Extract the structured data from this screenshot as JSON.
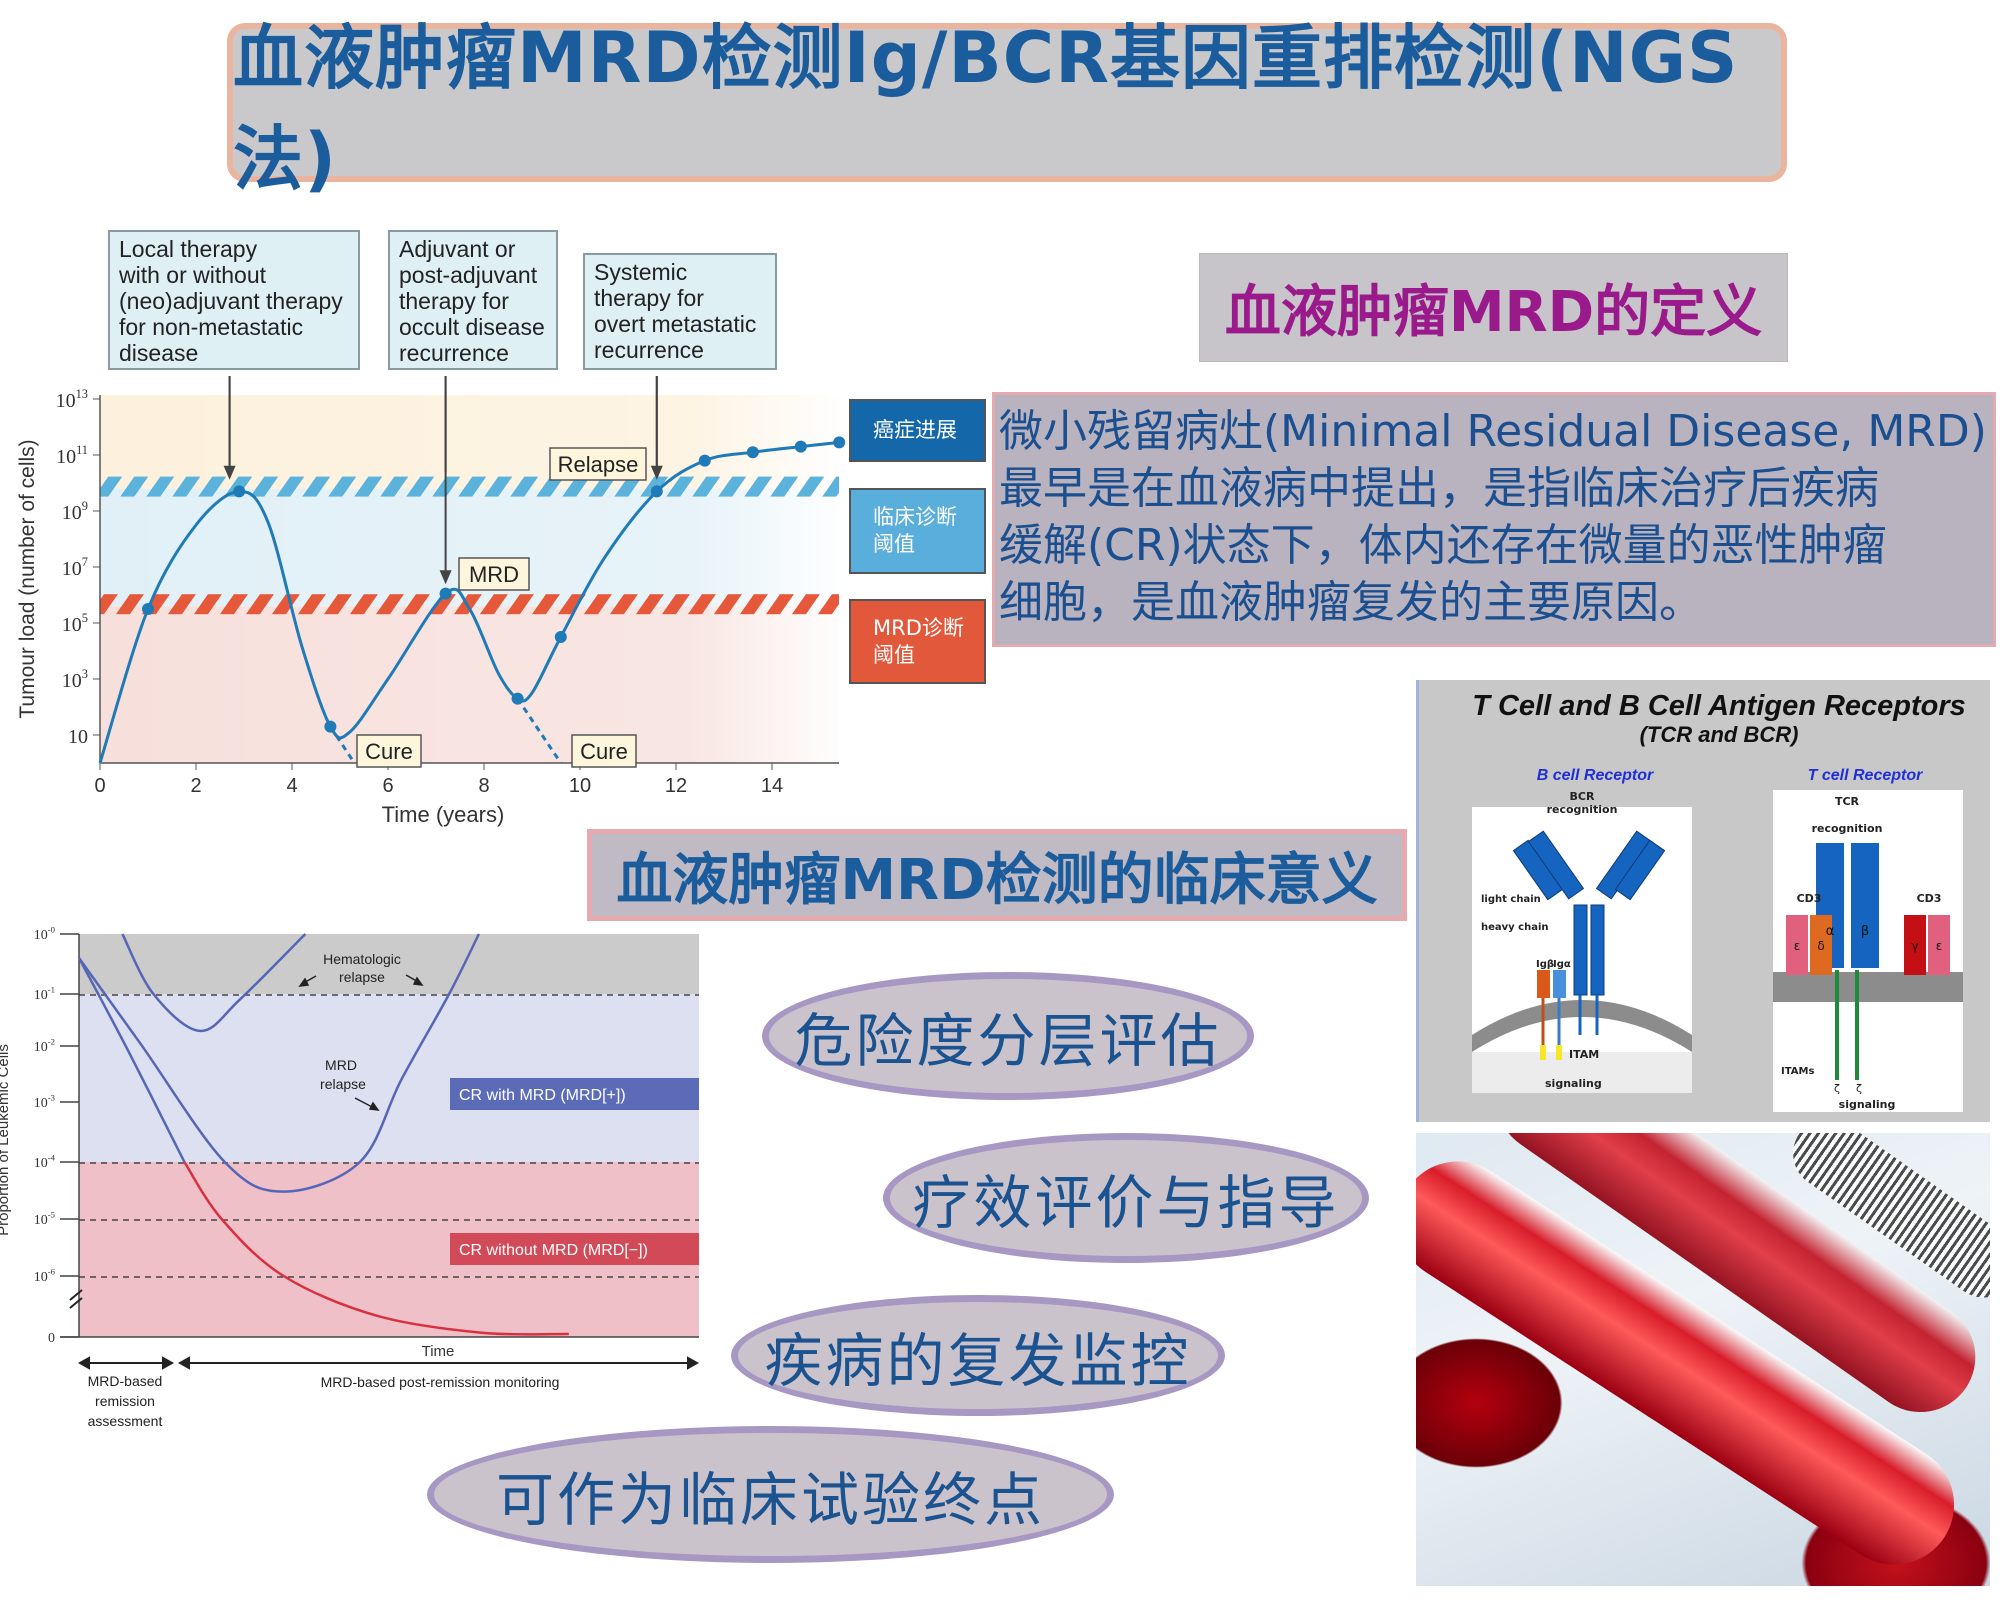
{
  "title": "血液肿瘤MRD检测Ig/BCR基因重排检测(NGS法)",
  "chart_data": [
    {
      "type": "line",
      "xlabel": "Time (years)",
      "ylabel": "Tumour load (number of cells)",
      "x_ticks": [
        "0",
        "2",
        "4",
        "6",
        "8",
        "10",
        "12",
        "14"
      ],
      "x_tick_values": [
        0,
        2,
        4,
        6,
        8,
        10,
        12,
        14
      ],
      "y_ticks": [
        {
          "base": "10",
          "exp": "13"
        },
        {
          "base": "10",
          "exp": "11"
        },
        {
          "base": "10",
          "exp": "9"
        },
        {
          "base": "10",
          "exp": "7"
        },
        {
          "base": "10",
          "exp": "5"
        },
        {
          "base": "10",
          "exp": "3"
        },
        {
          "base": "10",
          "exp": ""
        }
      ],
      "y_tick_values_log10": [
        13,
        11,
        9,
        7,
        5,
        3,
        1
      ],
      "xlim": [
        0,
        15.4
      ],
      "ylim_log10": [
        0,
        13
      ],
      "y_scale": "log",
      "series": [
        {
          "color": "#1f7ab8",
          "points": [
            [
              0,
              0
            ],
            [
              1.0,
              5.5
            ],
            [
              2.0,
              8.5
            ],
            [
              2.9,
              9.7
            ],
            [
              3.5,
              8.6
            ],
            [
              4.2,
              4.2
            ],
            [
              4.8,
              1.3
            ],
            [
              5.2,
              1.1
            ],
            [
              6.0,
              3.0
            ],
            [
              7.2,
              6.05
            ],
            [
              7.7,
              5.5
            ],
            [
              8.3,
              3.2
            ],
            [
              8.7,
              2.3
            ],
            [
              9.0,
              2.5
            ],
            [
              9.6,
              4.5
            ],
            [
              10.5,
              7.3
            ],
            [
              11.6,
              9.7
            ],
            [
              12.6,
              10.8
            ],
            [
              13.6,
              11.1
            ],
            [
              14.6,
              11.3
            ],
            [
              15.4,
              11.45
            ]
          ],
          "markers_at": [
            1.0,
            2.9,
            4.8,
            7.2,
            8.7,
            9.6,
            11.6,
            12.6,
            13.6,
            14.6,
            15.4
          ]
        }
      ],
      "cure_dashed": [
        [
          [
            4.8,
            1.3
          ],
          [
            5.3,
            0
          ]
        ],
        [
          [
            8.7,
            2.3
          ],
          [
            9.6,
            0
          ]
        ]
      ],
      "thresholds": [
        {
          "label": "临床诊断阈值",
          "log10": 9.8,
          "color": "#5bb3dc"
        },
        {
          "label": "MRD诊断阈值",
          "log10": 5.6,
          "color": "#e5583a"
        }
      ],
      "annotations": {
        "therapy_boxes": [
          {
            "lines": [
              "Local therapy",
              "with or without",
              "(neo)adjuvant therapy",
              "for non-metastatic",
              "disease"
            ],
            "arrow_x": 2.7
          },
          {
            "lines": [
              "Adjuvant or",
              "post-adjuvant",
              "therapy for",
              "occult disease",
              "recurrence"
            ],
            "arrow_x": 7.2
          },
          {
            "lines": [
              "Systemic",
              "therapy for",
              "overt metastatic",
              "recurrence"
            ],
            "arrow_x": 11.6
          }
        ],
        "labels": {
          "relapse": "Relapse",
          "mrd": "MRD",
          "cure1": "Cure",
          "cure2": "Cure"
        }
      },
      "legend": [
        {
          "label": "癌症进展",
          "color": "#1467a8"
        },
        {
          "label": "临床诊断\n阈值",
          "color": "#5aaedb"
        },
        {
          "label": "MRD诊断\n阈值",
          "color": "#e2583b"
        }
      ]
    },
    {
      "type": "line",
      "ylabel": "Proportion of Leukemic Cells",
      "xlabel": "Time",
      "y_scale": "log",
      "y_ticks": [
        {
          "base": "10",
          "exp": "-0"
        },
        {
          "base": "10",
          "exp": "-1"
        },
        {
          "base": "10",
          "exp": "-2"
        },
        {
          "base": "10",
          "exp": "-3"
        },
        {
          "base": "10",
          "exp": "-4"
        },
        {
          "base": "10",
          "exp": "-5"
        },
        {
          "base": "10",
          "exp": "-6"
        },
        {
          "base": "0",
          "exp": ""
        }
      ],
      "y_tick_values_log10": [
        0,
        -1,
        -2,
        -3,
        -4,
        -5,
        -6,
        -7
      ],
      "xlim": [
        0,
        100
      ],
      "regions": [
        {
          "from_log10": 0,
          "to_log10": -1,
          "color": "#cbcbcb"
        },
        {
          "from_log10": -1,
          "to_log10": -4,
          "color": "#dde0f0"
        },
        {
          "from_log10": -4,
          "to_log10": -7,
          "color": "#f0c0c8"
        }
      ],
      "series": [
        {
          "color": "#5666b6",
          "points": [
            [
              7,
              0
            ],
            [
              12,
              -1.0
            ],
            [
              19.5,
              -1.71
            ],
            [
              26,
              -1.1
            ],
            [
              36.5,
              0
            ]
          ]
        },
        {
          "color": "#5666b6",
          "points": [
            [
              0,
              -0.4
            ],
            [
              10,
              -1.97
            ],
            [
              23.5,
              -4.0
            ],
            [
              33,
              -4.52
            ],
            [
              45.3,
              -4.0
            ],
            [
              52,
              -2.6
            ],
            [
              59.7,
              -1.0
            ],
            [
              64.5,
              0
            ]
          ]
        },
        {
          "color": "#5666b6",
          "points": [
            [
              0,
              -0.4
            ],
            [
              8,
              -2.1
            ],
            [
              17,
              -4.0
            ]
          ]
        },
        {
          "color": "#d8303f",
          "points": [
            [
              17,
              -4.0
            ],
            [
              23,
              -5.0
            ],
            [
              33,
              -6.0
            ],
            [
              48,
              -6.65
            ],
            [
              65,
              -6.93
            ],
            [
              79,
              -6.95
            ]
          ]
        }
      ],
      "annotations": {
        "hematologic_relapse": [
          "Hematologic",
          "relapse"
        ],
        "mrd_relapse": [
          "MRD",
          "relapse"
        ],
        "cr_with_mrd": "CR with MRD (MRD[+])",
        "cr_without_mrd": "CR without MRD (MRD[−])",
        "cr_with_color": "#5c6bb8",
        "cr_without_color": "#d24a58",
        "phase1": [
          "MRD-based",
          "remission",
          "assessment"
        ],
        "phase2": "MRD-based post-remission monitoring"
      }
    }
  ],
  "definition": {
    "title": "血液肿瘤MRD的定义",
    "lines": [
      "微小残留病灶(Minimal Residual Disease, MRD)",
      "最早是在血液病中提出，是指临床治疗后疾病",
      "缓解(CR)状态下，体内还存在微量的恶性肿瘤",
      "细胞，是血液肿瘤复发的主要原因。"
    ]
  },
  "significance": {
    "title": "血液肿瘤MRD检测的临床意义",
    "items": [
      "危险度分层评估",
      "疗效评价与指导",
      "疾病的复发监控",
      "可作为临床试验终点"
    ]
  },
  "receptor_figure": {
    "title": "T Cell and B Cell Antigen Receptors",
    "subtitle": "(TCR and BCR)",
    "bcr": {
      "heading": "B cell Receptor",
      "top": "BCR",
      "recognition": "recognition",
      "light_chain": "light chain",
      "heavy_chain": "heavy chain",
      "igb": "Igβ",
      "iga": "Igα",
      "itam": "ITAM",
      "signaling": "signaling"
    },
    "tcr": {
      "heading": "T cell Receptor",
      "top": "TCR",
      "recognition": "recognition",
      "cd3_left": "CD3",
      "cd3_right": "CD3",
      "epsilon": "ε",
      "delta": "δ",
      "alpha": "α",
      "beta": "β",
      "gamma": "γ",
      "zeta": "ζ",
      "itams": "ITAMs",
      "signaling": "signaling"
    }
  }
}
